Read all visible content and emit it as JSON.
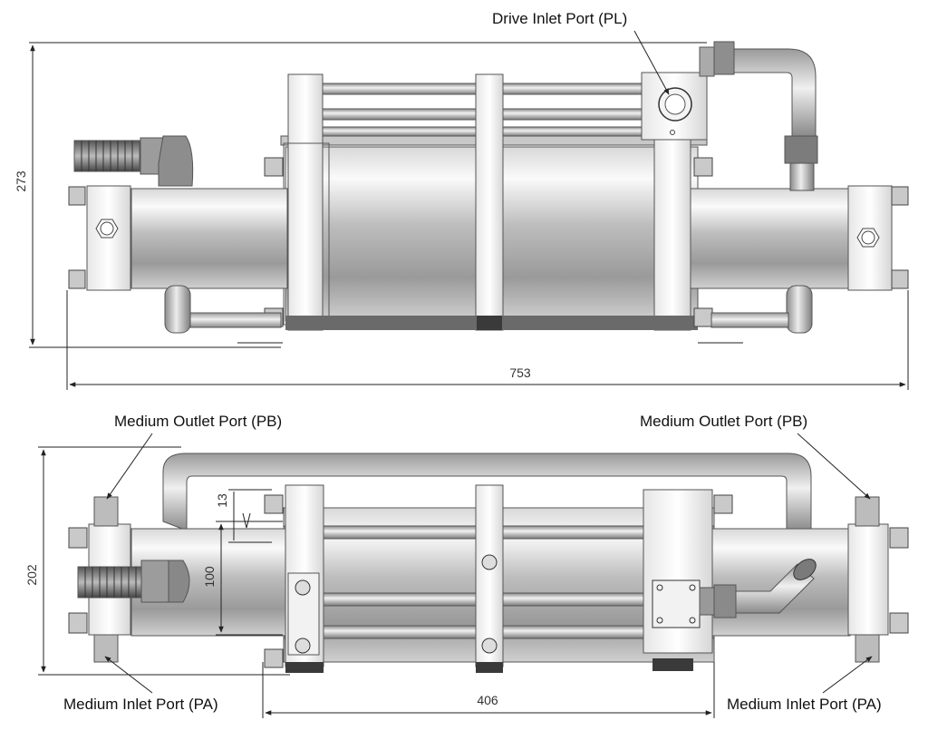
{
  "labels": {
    "drive_inlet": "Drive Inlet Port (PL)",
    "outlet_left": "Medium Outlet Port (PB)",
    "outlet_right": "Medium Outlet Port (PB)",
    "inlet_left": "Medium Inlet Port (PA)",
    "inlet_right": "Medium Inlet Port (PA)"
  },
  "dimensions": {
    "height_front": "273",
    "length_total": "753",
    "height_top": "202",
    "span_middle": "406",
    "offset_small": "13",
    "bore": "100"
  }
}
